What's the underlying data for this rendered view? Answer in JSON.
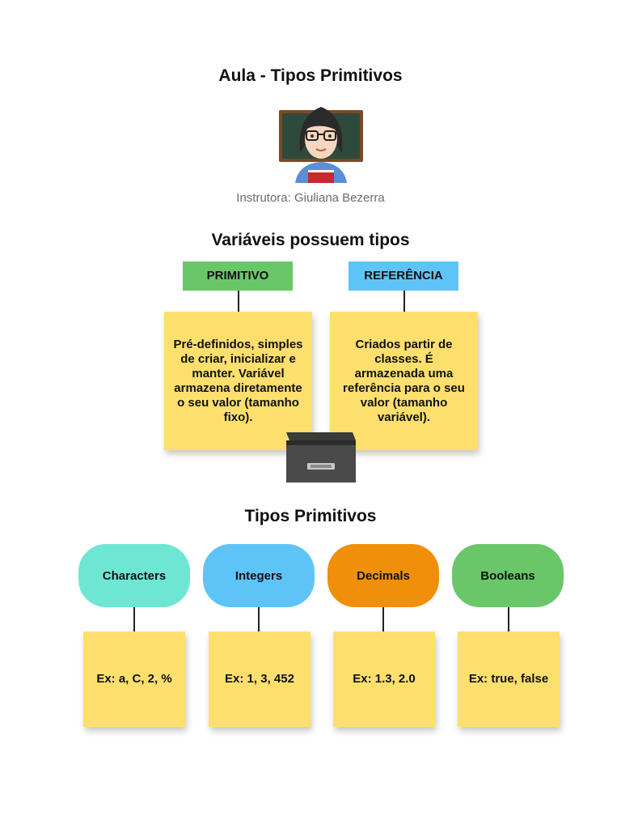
{
  "header": {
    "title": "Aula - Tipos Primitivos",
    "instructor": "Instrutora: Giuliana Bezerra",
    "teacher_icon": "teacher-emoji-icon"
  },
  "variables": {
    "title": "Variáveis possuem tipos",
    "primitive": {
      "label": "PRIMITIVO",
      "color": "#6ac769",
      "description": "Pré-definidos, simples de criar, inicializar e manter. Variável armazena diretamente o seu valor (tamanho fixo)."
    },
    "reference": {
      "label": "REFERÊNCIA",
      "color": "#5ec4f7",
      "description": "Criados partir de classes. É armazenada uma referência para o seu valor (tamanho variável)."
    },
    "box_icon": "card-file-box-icon",
    "note_color": "#fddf6e"
  },
  "primitives": {
    "title": "Tipos Primitivos",
    "types": [
      {
        "label": "Characters",
        "color": "#6ee6d4",
        "example": "Ex: a, C, 2, %"
      },
      {
        "label": "Integers",
        "color": "#5ec4f7",
        "example": "Ex: 1, 3, 452"
      },
      {
        "label": "Decimals",
        "color": "#f0900a",
        "example": "Ex: 1.3, 2.0"
      },
      {
        "label": "Booleans",
        "color": "#6ac769",
        "example": "Ex: true, false"
      }
    ]
  }
}
